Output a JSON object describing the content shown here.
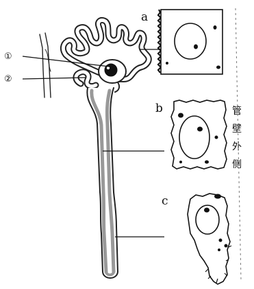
{
  "labels": {
    "marker_1": "①",
    "marker_2": "②",
    "cell_a": "a",
    "cell_b": "b",
    "cell_c": "c",
    "side_text": [
      "管",
      "壁",
      "外",
      "侧"
    ]
  }
}
